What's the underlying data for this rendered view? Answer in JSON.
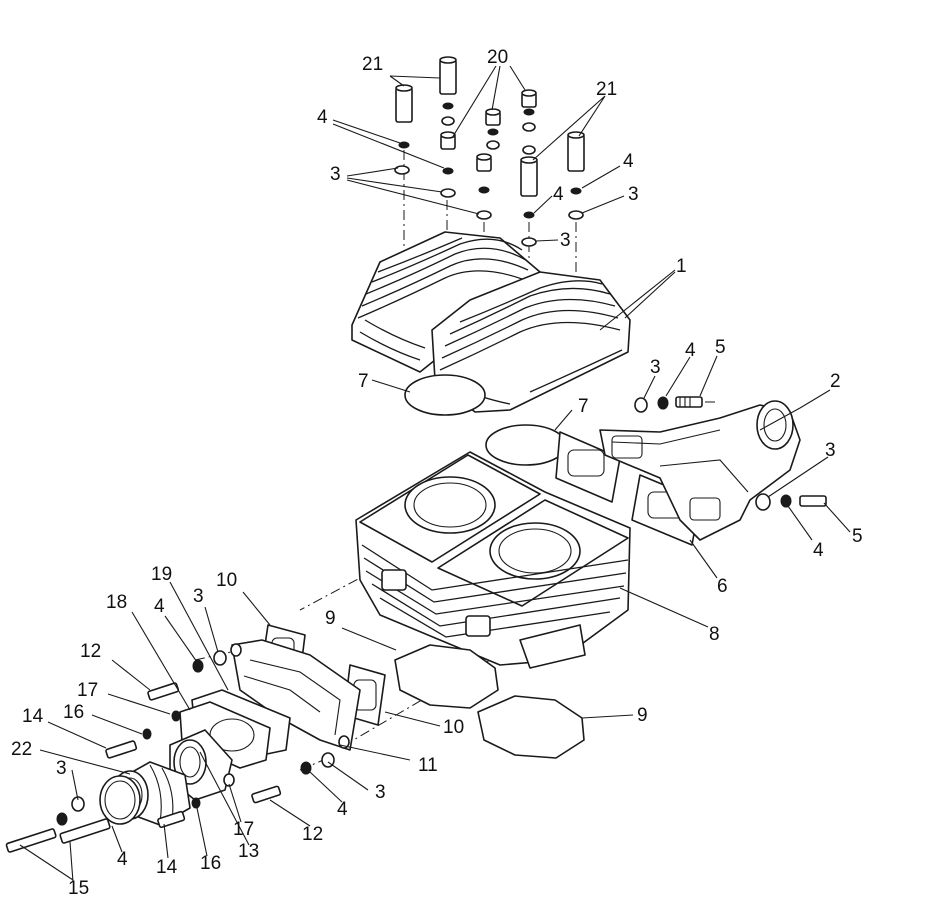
{
  "diagram": {
    "callouts": [
      {
        "id": "c21a",
        "label": "21"
      },
      {
        "id": "c20",
        "label": "20"
      },
      {
        "id": "c21b",
        "label": "21"
      },
      {
        "id": "c4a",
        "label": "4"
      },
      {
        "id": "c3a",
        "label": "3"
      },
      {
        "id": "c4b",
        "label": "4"
      },
      {
        "id": "c4c",
        "label": "4"
      },
      {
        "id": "c3b",
        "label": "3"
      },
      {
        "id": "c3c",
        "label": "3"
      },
      {
        "id": "c1",
        "label": "1"
      },
      {
        "id": "c7a",
        "label": "7"
      },
      {
        "id": "c3d",
        "label": "3"
      },
      {
        "id": "c4d",
        "label": "4"
      },
      {
        "id": "c5a",
        "label": "5"
      },
      {
        "id": "c2",
        "label": "2"
      },
      {
        "id": "c7b",
        "label": "7"
      },
      {
        "id": "c3e",
        "label": "3"
      },
      {
        "id": "c5b",
        "label": "5"
      },
      {
        "id": "c4e",
        "label": "4"
      },
      {
        "id": "c6",
        "label": "6"
      },
      {
        "id": "c8",
        "label": "8"
      },
      {
        "id": "c19",
        "label": "19"
      },
      {
        "id": "c10a",
        "label": "10"
      },
      {
        "id": "c18",
        "label": "18"
      },
      {
        "id": "c4f",
        "label": "4"
      },
      {
        "id": "c3f",
        "label": "3"
      },
      {
        "id": "c9a",
        "label": "9"
      },
      {
        "id": "c12a",
        "label": "12"
      },
      {
        "id": "c17a",
        "label": "17"
      },
      {
        "id": "c16a",
        "label": "16"
      },
      {
        "id": "c14a",
        "label": "14"
      },
      {
        "id": "c22",
        "label": "22"
      },
      {
        "id": "c9b",
        "label": "9"
      },
      {
        "id": "c10b",
        "label": "10"
      },
      {
        "id": "c11",
        "label": "11"
      },
      {
        "id": "c3g",
        "label": "3"
      },
      {
        "id": "c3h",
        "label": "3"
      },
      {
        "id": "c4g",
        "label": "4"
      },
      {
        "id": "c17b",
        "label": "17"
      },
      {
        "id": "c12b",
        "label": "12"
      },
      {
        "id": "c13",
        "label": "13"
      },
      {
        "id": "c4h",
        "label": "4"
      },
      {
        "id": "c14b",
        "label": "14"
      },
      {
        "id": "c16b",
        "label": "16"
      },
      {
        "id": "c15",
        "label": "15"
      }
    ]
  }
}
